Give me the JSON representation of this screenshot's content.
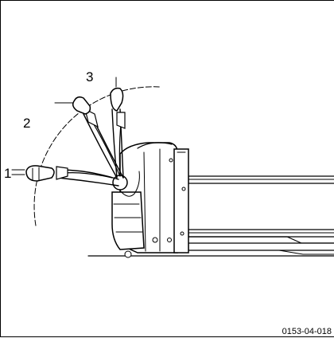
{
  "diagram": {
    "position_labels": [
      "1",
      "2",
      "3"
    ],
    "figure_code": "0153-04-018"
  }
}
